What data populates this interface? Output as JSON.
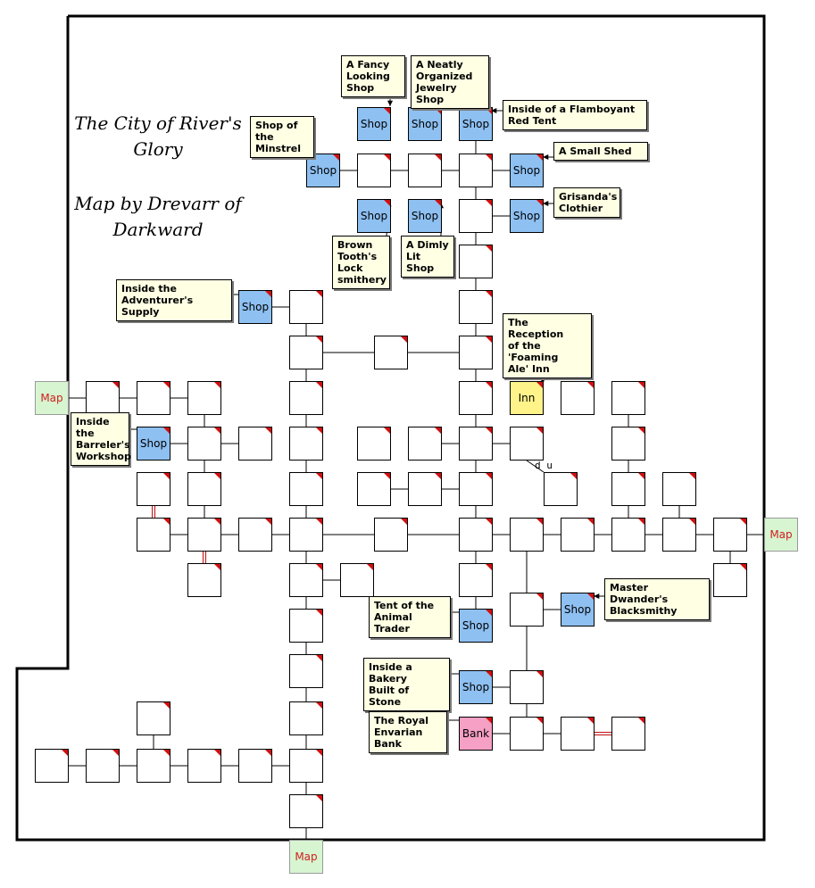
{
  "title": {
    "line1": "The City of River's",
    "line2": "Glory",
    "line3": "Map by Drevarr of",
    "line4": "Darkward"
  },
  "room_labels": {
    "shop": "Shop",
    "inn": "Inn",
    "bank": "Bank",
    "map": "Map"
  },
  "notes": {
    "fancy_shop": "A Fancy\nLooking\nShop",
    "jewelry_shop": "A Neatly\nOrganized\nJewelry Shop",
    "red_tent": "Inside of a Flamboyant\nRed Tent",
    "minstrel": "Shop of the\nMinstrel",
    "small_shed": "A Small Shed",
    "clothier": "Grisanda's\nClothier",
    "locksmith": "Brown\nTooth's\nLock\nsmithery",
    "dimly_lit": "A Dimly\nLit Shop",
    "adventurer": "Inside the\nAdventurer's Supply",
    "inn_reception": "The Reception\nof the 'Foaming\nAle' Inn",
    "barreler": "Inside the\nBarreler's\nWorkshop",
    "blacksmithy": "Master Dwander's\nBlacksmithy",
    "animal_trader": "Tent of the\nAnimal Trader",
    "bakery": "Inside a Bakery\nBuilt of Stone",
    "bank": "The Royal\nEnvarian Bank"
  },
  "up_down_marker": "d u",
  "colors": {
    "shop": "#8ec0f2",
    "inn": "#fff38a",
    "bank": "#f5a0c4",
    "map_exit": "#d6f5d0",
    "note_background": "#ffffe4",
    "room_flag": "#d01010",
    "door_link": "#c01010"
  }
}
